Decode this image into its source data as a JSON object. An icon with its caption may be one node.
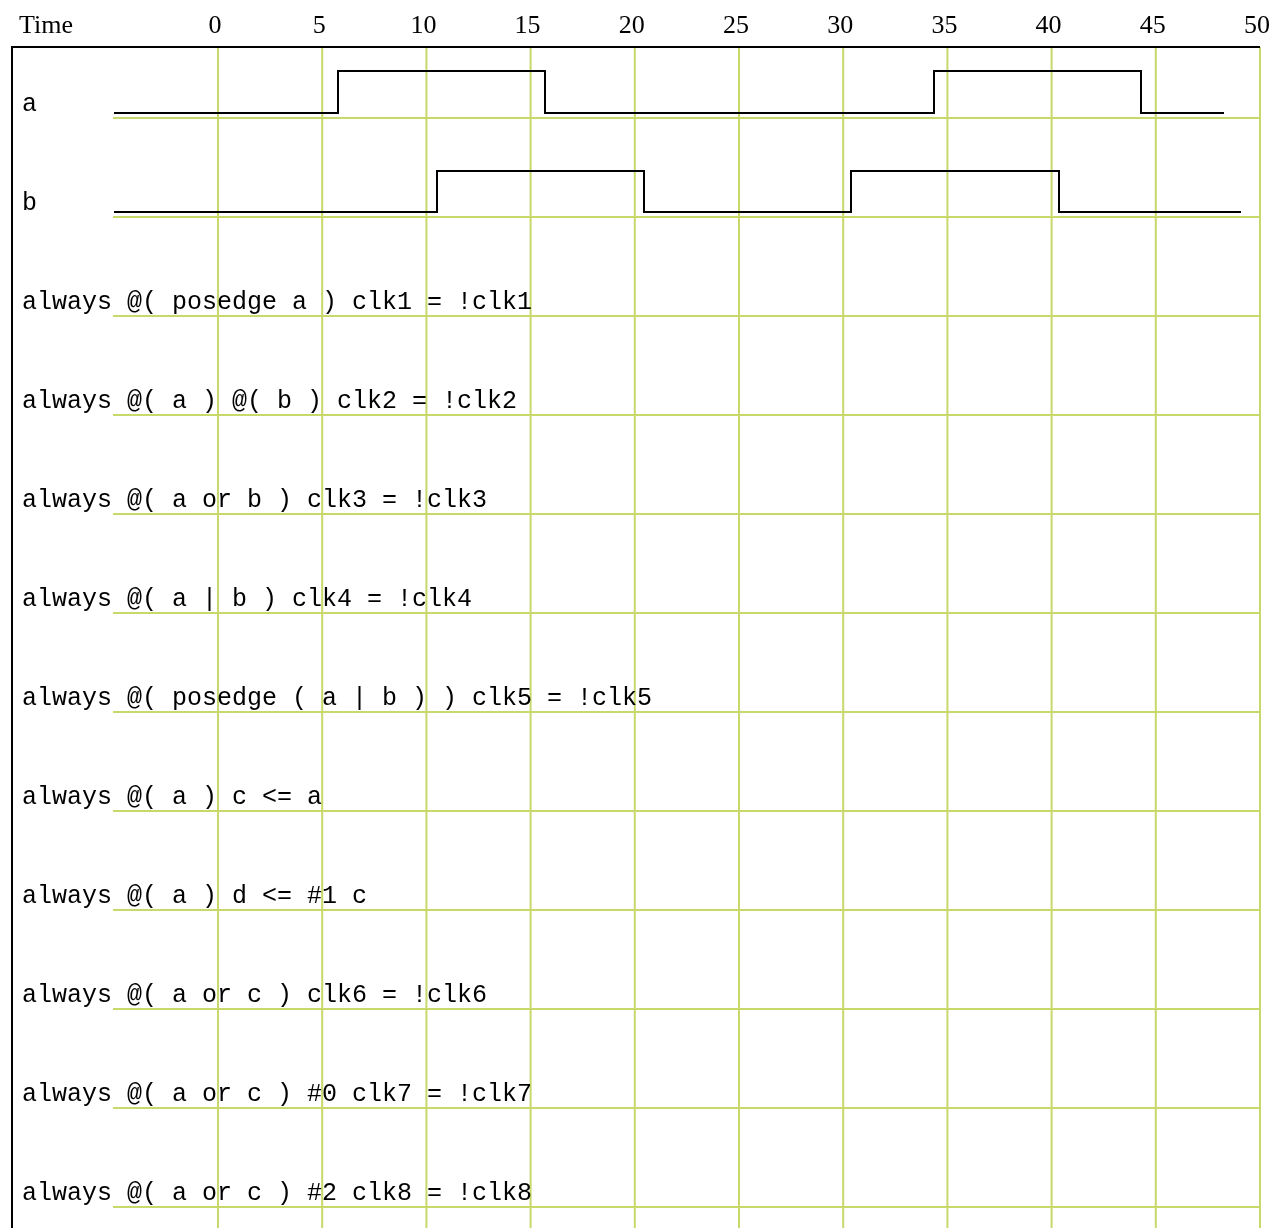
{
  "diagram": {
    "labels": [
      "Time",
      "0",
      "5",
      "10",
      "15",
      "20",
      "25",
      "30",
      "35",
      "40",
      "45",
      "50",
      "a",
      "b",
      "always @( posedge a ) clk1 = !clk1",
      "always @( a ) @( b ) clk2 = !clk2",
      "always @( a or b ) clk3 = !clk3",
      "always @( a | b ) clk4 = !clk4",
      "always @( posedge ( a | b ) ) clk5 = !clk5",
      "always @( a ) c <= a",
      "always @( a ) d <= #1 c",
      "always @( a or c ) clk6 = !clk6",
      "always @( a or c ) #0 clk7 = !clk7",
      "always @( a or c ) #2 clk8 = !clk8"
    ]
  }
}
